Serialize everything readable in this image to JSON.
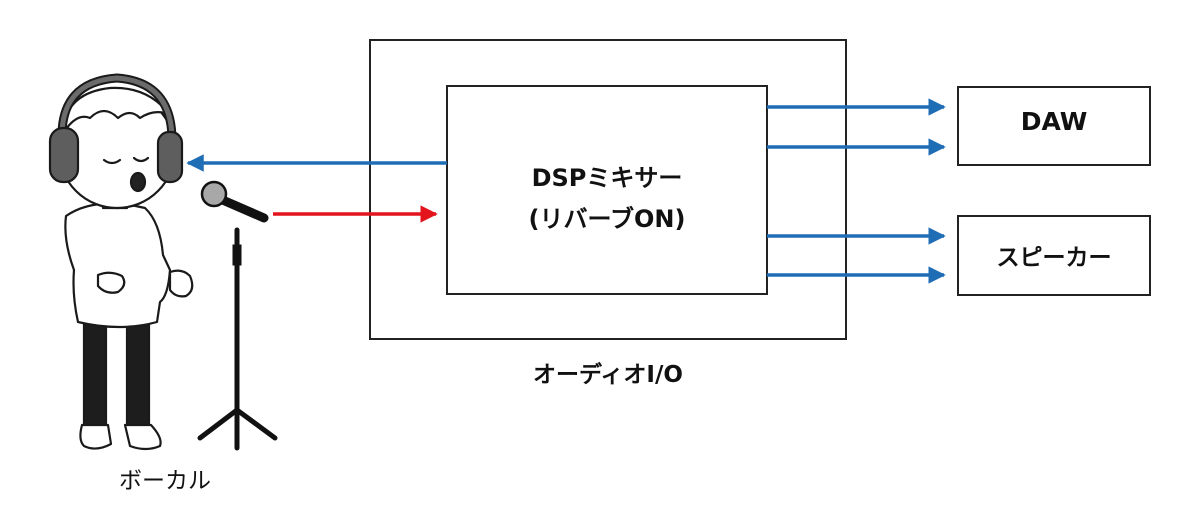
{
  "diagram": {
    "mixer": {
      "title": "DSPミキサー",
      "subtitle": "(リバーブON)"
    },
    "audio_io": {
      "label": "オーディオI/O"
    },
    "daw": {
      "label": "DAW"
    },
    "speaker": {
      "label": "スピーカー"
    },
    "vocalist": {
      "label": "ボーカル"
    },
    "colors": {
      "return_arrow": "#1f6db5",
      "input_arrow": "#e3141b",
      "box_border": "#222222",
      "outline": "#1a1a1a"
    }
  }
}
